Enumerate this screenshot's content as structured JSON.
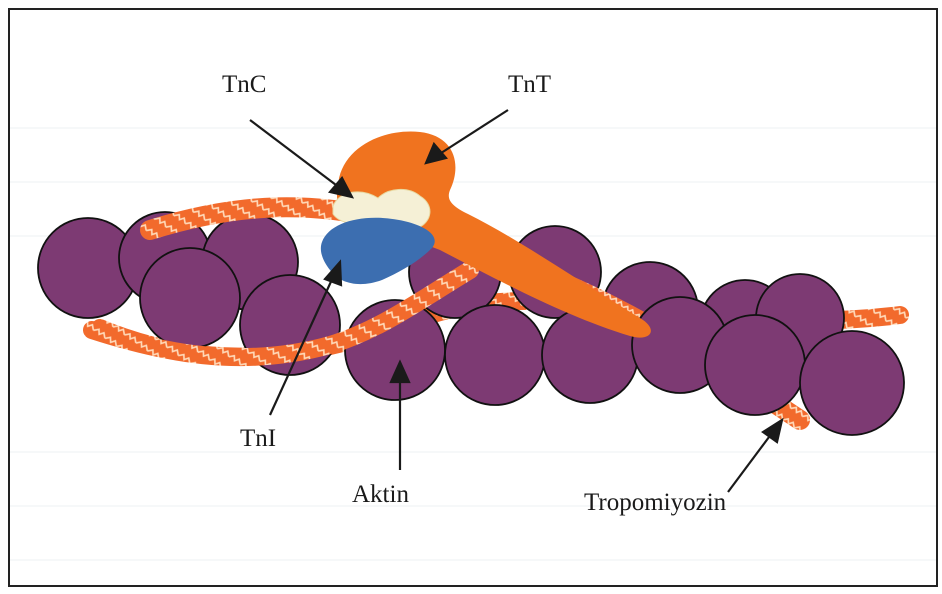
{
  "labels": {
    "tnc": "TnC",
    "tnt": "TnT",
    "tni": "TnI",
    "aktin": "Aktin",
    "tropomiyozin": "Tropomiyozin"
  },
  "colors": {
    "actin_fill": "#7d3a73",
    "actin_stroke": "#111111",
    "tropomyosin": "#f26a2c",
    "tropomyosin_highlight": "#ffd9b8",
    "tnt": "#f0731f",
    "tnc": "#f5f0d6",
    "tni": "#3c6eb0",
    "border": "#222222"
  }
}
